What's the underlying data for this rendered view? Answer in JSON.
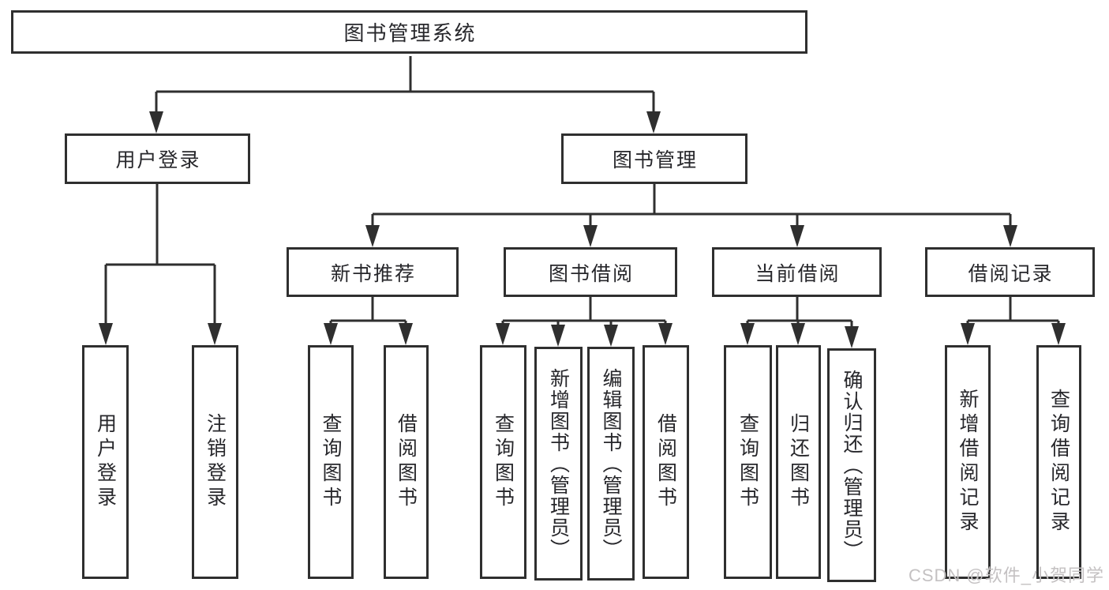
{
  "colors": {
    "line": "#2f2f2f",
    "text": "#27272b",
    "background": "#ffffff",
    "watermark": "#c4c1c2"
  },
  "watermark": {
    "text": "CSDN @软件_小贺同学"
  },
  "tree": {
    "root": {
      "label": "图书管理系统"
    },
    "children": [
      {
        "label": "用户登录",
        "children": [
          {
            "label": "用户登录"
          },
          {
            "label": "注销登录"
          }
        ]
      },
      {
        "label": "图书管理",
        "children": [
          {
            "label": "新书推荐",
            "children": [
              {
                "label": "查询图书"
              },
              {
                "label": "借阅图书"
              }
            ]
          },
          {
            "label": "图书借阅",
            "children": [
              {
                "label": "查询图书"
              },
              {
                "label": "新增图书（管理员）"
              },
              {
                "label": "编辑图书（管理员）"
              },
              {
                "label": "借阅图书"
              }
            ]
          },
          {
            "label": "当前借阅",
            "children": [
              {
                "label": "查询图书"
              },
              {
                "label": "归还图书"
              },
              {
                "label": "确认归还（管理员）"
              }
            ]
          },
          {
            "label": "借阅记录",
            "children": [
              {
                "label": "新增借阅记录"
              },
              {
                "label": "查询借阅记录"
              }
            ]
          }
        ]
      }
    ]
  }
}
